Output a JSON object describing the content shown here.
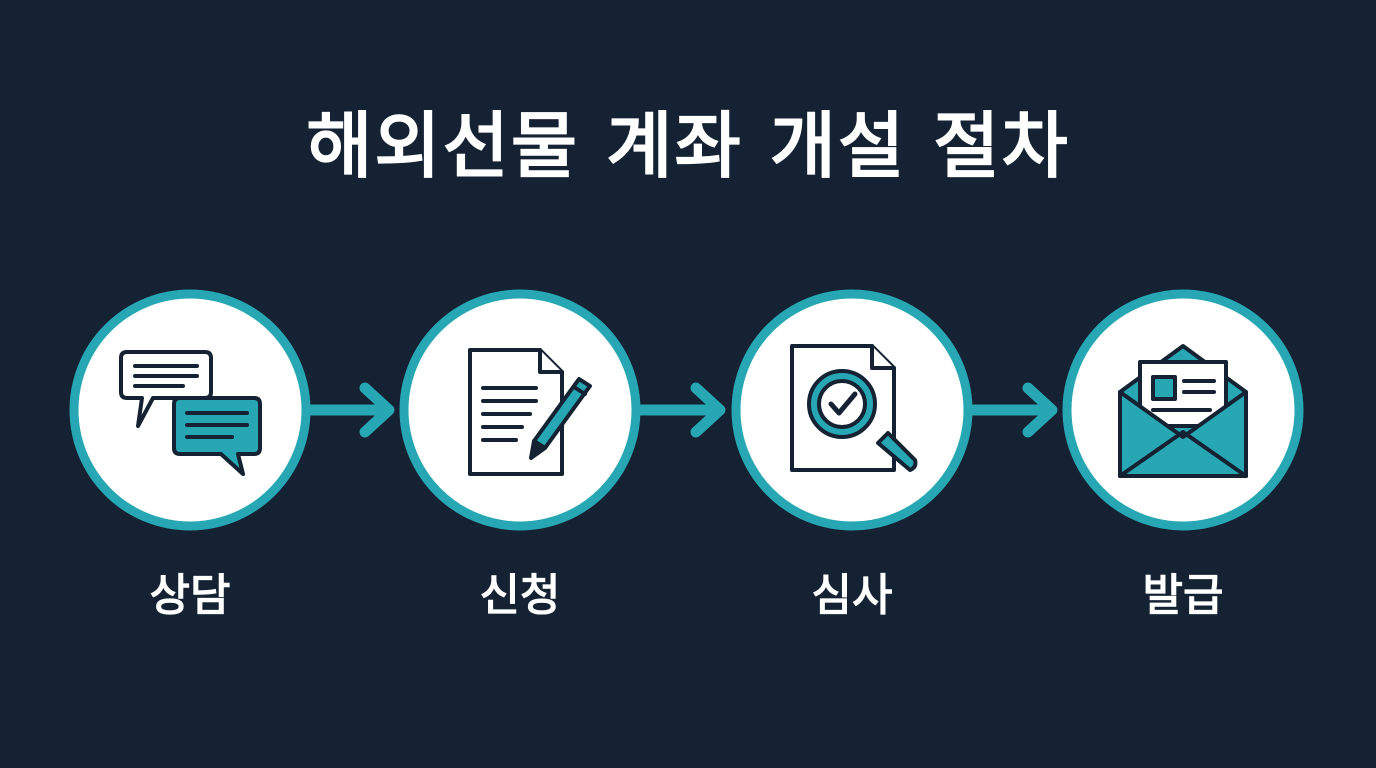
{
  "title": "해외선물 계좌 개설 절차",
  "colors": {
    "background": "#142233",
    "accent": "#26a7b3",
    "icon_stroke": "#142233",
    "circle_fill": "#ffffff"
  },
  "steps": [
    {
      "label": "상담",
      "icon": "chat-bubbles-icon"
    },
    {
      "label": "신청",
      "icon": "document-pen-icon"
    },
    {
      "label": "심사",
      "icon": "document-magnifier-check-icon"
    },
    {
      "label": "발급",
      "icon": "envelope-card-icon"
    }
  ]
}
